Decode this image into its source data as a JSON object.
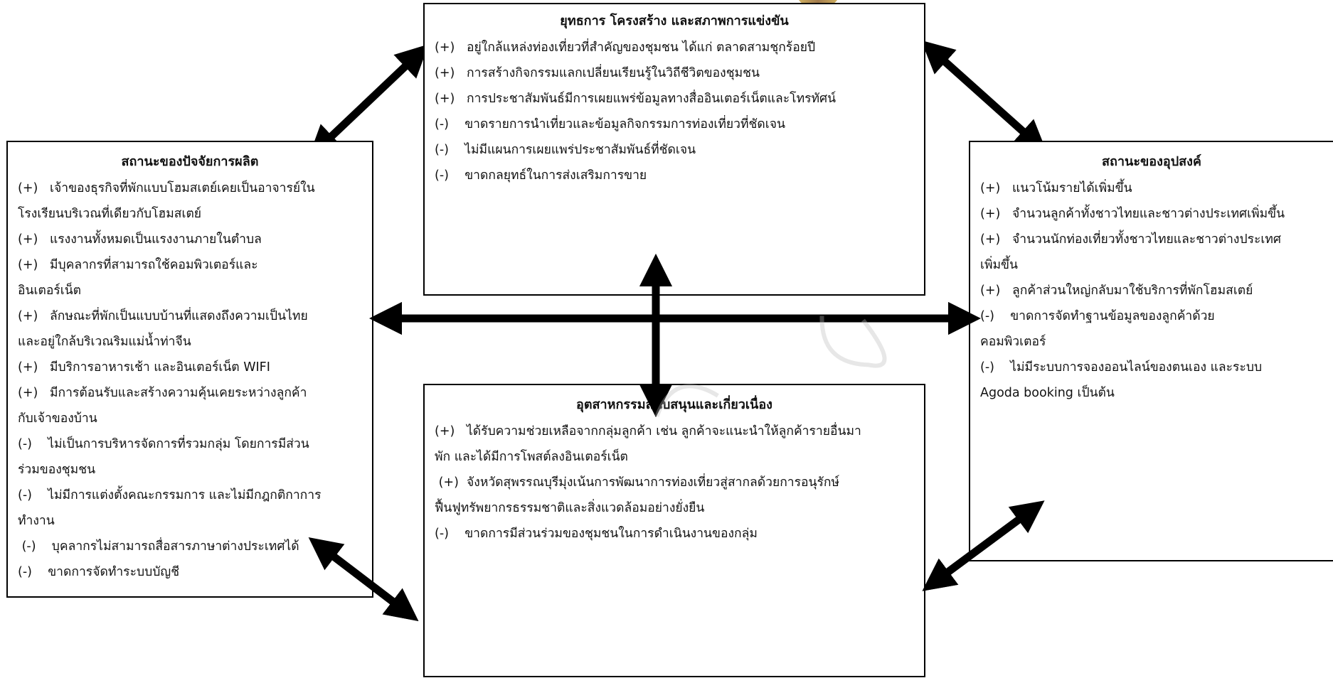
{
  "boxes": {
    "strategy": {
      "title": "ยุทธการ โครงสร้าง และสภาพการแข่งขัน",
      "items": [
        "(+)   อยู่ใกล้แหล่งท่องเที่ยวที่สำคัญของชุมชน ได้แก่ ตลาดสามชุกร้อยปี",
        "(+)   การสร้างกิจกรรมแลกเปลี่ยนเรียนรู้ในวิถีชีวิตของชุมชน",
        "(+)   การประชาสัมพันธ์มีการเผยแพร่ข้อมูลทางสื่ออินเตอร์เน็ตและโทรทัศน์",
        "(-)    ขาดรายการนำเที่ยวและข้อมูลกิจกรรมการท่องเที่ยวที่ชัดเจน",
        "(-)    ไม่มีแผนการเผยแพร่ประชาสัมพันธ์ที่ชัดเจน",
        "(-)    ขาดกลยุทธ์ในการส่งเสริมการขาย"
      ]
    },
    "factor": {
      "title": "สถานะของปัจจัยการผลิต",
      "items": [
        "(+)   เจ้าของธุรกิจที่พักแบบโฮมสเตย์เคยเป็นอาจารย์ใน",
        "โรงเรียนบริเวณที่เดียวกับโฮมสเตย์",
        "(+)   แรงงานทั้งหมดเป็นแรงงานภายในตำบล",
        "(+)   มีบุคลากรที่สามารถใช้คอมพิวเตอร์และ",
        "อินเตอร์เน็ต",
        "(+)   ลักษณะที่พักเป็นแบบบ้านที่แสดงถึงความเป็นไทย",
        "และอยู่ใกล้บริเวณริมแม่น้ำท่าจีน",
        "(+)   มีบริการอาหารเช้า และอินเตอร์เน็ต WIFI",
        "(+)   มีการต้อนรับและสร้างความคุ้นเคยระหว่างลูกค้า",
        "กับเจ้าของบ้าน",
        "(-)    ไม่เป็นการบริหารจัดการที่รวมกลุ่ม โดยการมีส่วน",
        "ร่วมของชุมชน",
        "(-)    ไม่มีการแต่งตั้งคณะกรรมการ และไม่มีกฎกติกาการ",
        "ทำงาน",
        " (-)    บุคลากรไม่สามารถสื่อสารภาษาต่างประเทศได้",
        "(-)    ขาดการจัดทำระบบบัญชี"
      ]
    },
    "demand": {
      "title": "สถานะของอุปสงค์",
      "items": [
        "(+)   แนวโน้มรายได้เพิ่มขึ้น",
        "(+)   จำนวนลูกค้าทั้งชาวไทยและชาวต่างประเทศเพิ่มขึ้น",
        "(+)   จำนวนนักท่องเที่ยวทั้งชาวไทยและชาวต่างประเทศ",
        "เพิ่มขึ้น",
        "(+)   ลูกค้าส่วนใหญ่กลับมาใช้บริการที่พักโฮมสเตย์",
        "(-)    ขาดการจัดทำฐานข้อมูลของลูกค้าด้วย",
        "คอมพิวเตอร์",
        "(-)    ไม่มีระบบการจองออนไลน์ของตนเอง และระบบ",
        "Agoda booking เป็นต้น"
      ]
    },
    "related": {
      "title": "อุตสาหกรรมสนับสนุนและเกี่ยวเนื่อง",
      "items": [
        "(+)   ได้รับความช่วยเหลือจากกลุ่มลูกค้า เช่น ลูกค้าจะแนะนำให้ลูกค้ารายอื่นมา",
        "พัก และได้มีการโพสต์ลงอินเตอร์เน็ต",
        " (+)  จังหวัดสุพรรณบุรีมุ่งเน้นการพัฒนาการท่องเที่ยวสู่สากลด้วยการอนุรักษ์",
        "ฟื้นฟูทรัพยากรธรรมชาติและสิ่งแวดล้อมอย่างยั่งยืน",
        "(-)    ขาดการมีส่วนร่วมของชุมชนในการดำเนินงานของกลุ่ม"
      ]
    }
  }
}
